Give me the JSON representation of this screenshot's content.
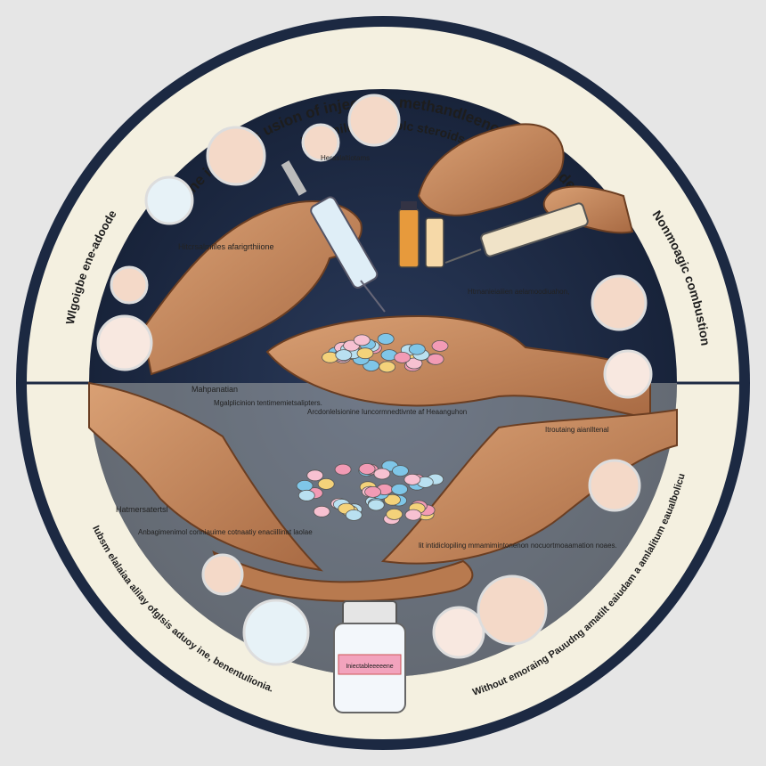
{
  "infographic": {
    "title_line_1": "Vlgiane in modes usion of injectable methandleenone table tade ablet",
    "title_line_2": "with mild anaboblc steroids",
    "left_arc_text": "Wlgoigbe ene-adoode",
    "right_arc_text": "Nonmoagic combustion",
    "lower_left_arc_text": "Iubsm elalaiaa alilay ofglsis aduoy ine, benentulionia.",
    "lower_right_arc_text": "Without emoraing Pauudng amatilt eaiudam a amlalitum eaualbolicu",
    "labels": [
      "Hitcrsalmiiles afarigrthiione",
      "Mahpanatian",
      "Hatmersatertsl",
      "Mgalplicinion tentimemietsalipters.",
      "Arcdonlelsionine Iuncormnedtivnte af Heaanguhon",
      "Htrnanieiaiiien aelamoodiuahon,",
      "Itroutaing aianlltenal",
      "Heraslaltiotams",
      "Anbagimenimol conniauime cotnaatiy enaciillinat laolae",
      "lit intidiclopiling mmamimintonenon nocuortmoaamation noaes."
    ],
    "vial_label": "Iniectableeeeene"
  },
  "colors": {
    "background": "#e6e6e6",
    "ring_cream": "#f4f0e0",
    "navy_field": "#1c2942",
    "skin": "#c98b5e",
    "pill_blue": "#7fc6e8",
    "pill_pink": "#f29bb5",
    "pill_yellow": "#f4d27a"
  },
  "icons": [
    "syringe-icon",
    "vial-icon",
    "pill-icon",
    "muscle-figure-icon",
    "hand-icon"
  ]
}
